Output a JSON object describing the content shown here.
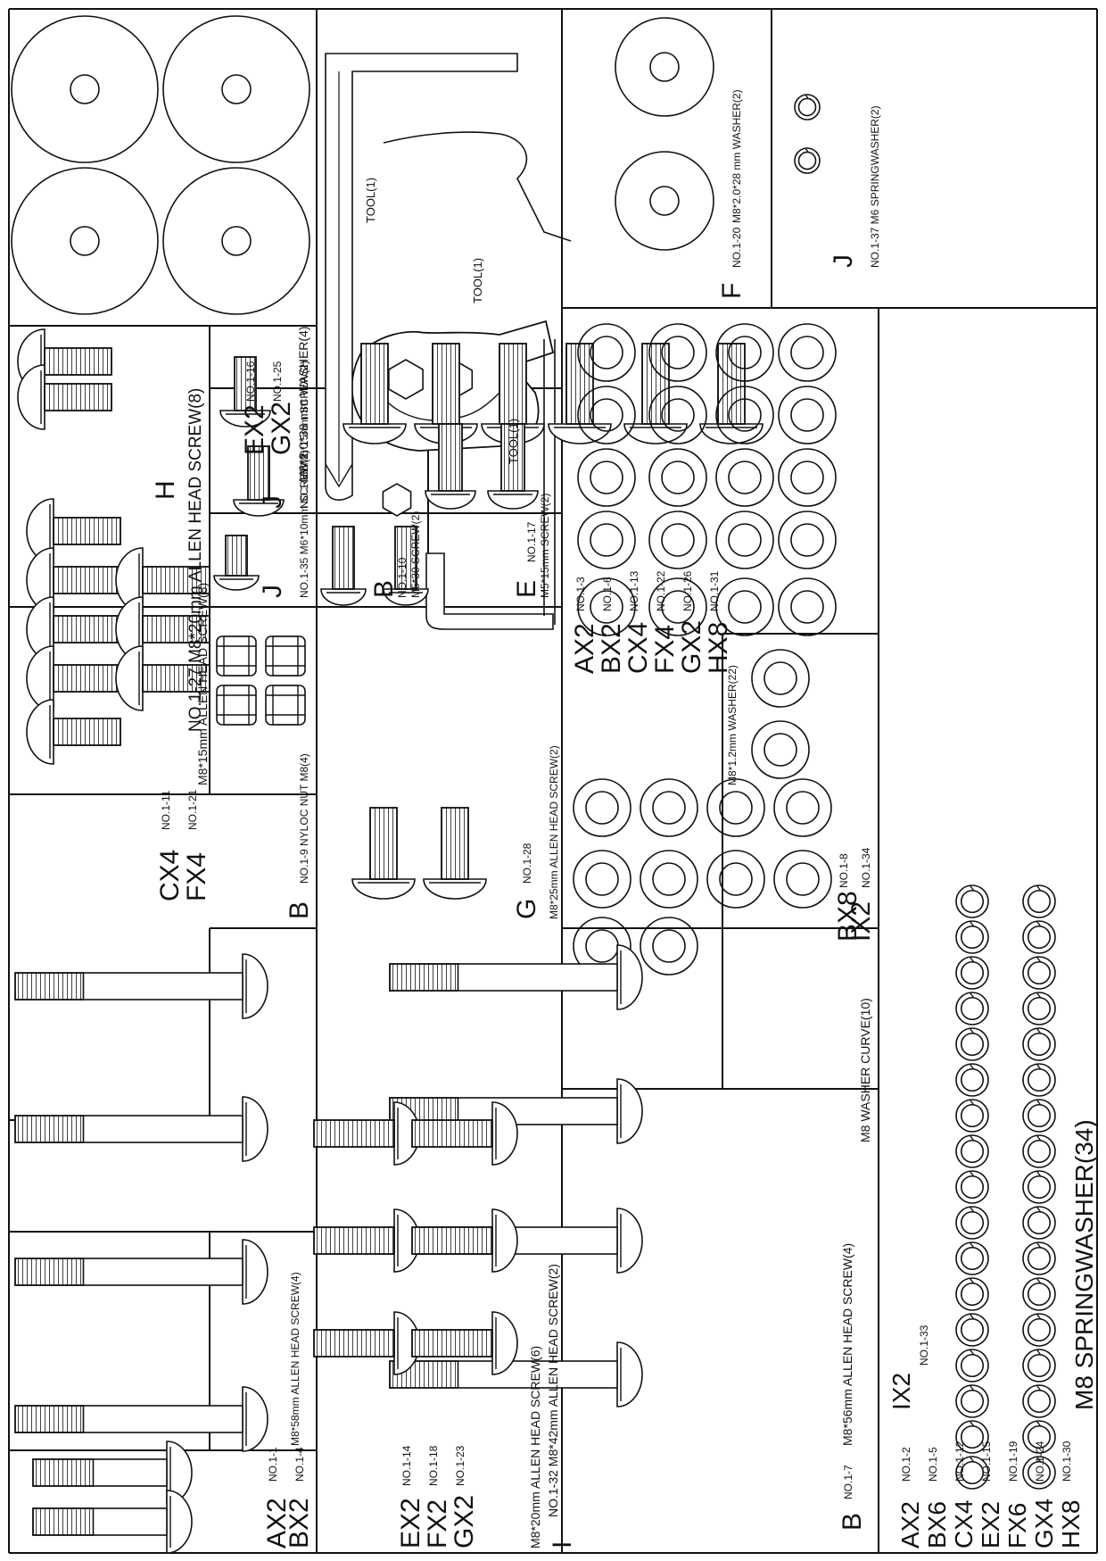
{
  "sections": {
    "big_washer": {
      "texts": [
        "EX2",
        "NO.1-16",
        "GX2",
        "NO.1-25",
        "M8*2.0*38 mm WASHER(4)"
      ]
    },
    "tools": {
      "texts": [
        "TOOL(1)",
        "TOOL(1)",
        "TOOL(1)"
      ]
    },
    "washer_28": {
      "texts": [
        "F",
        "NO.1-20",
        "M8*2.0*28 mm WASHER(2)"
      ]
    },
    "spring_m6": {
      "texts": [
        "J",
        "NO.1-37 M6 SPRINGWASHER(2)"
      ]
    },
    "screw_20": {
      "texts": [
        "H",
        "NO.1-27 M8*20mm ALLEN HEAD SCREW(8)"
      ]
    },
    "screw_m6_15": {
      "texts": [
        "J",
        "NO.1-36 M6*15mm SCREW(2)"
      ]
    },
    "screw_m6_10": {
      "texts": [
        "J",
        "NO.1-35 M6*10mm SCREW(1)"
      ]
    },
    "screw_m5_30": {
      "texts": [
        "B",
        "NO.1-10",
        "M5*30 SCREW(2)"
      ]
    },
    "screw_m5_15": {
      "texts": [
        "E",
        "NO.1-17",
        "M5*15mm SCREW(2)"
      ]
    },
    "washer_12": {
      "texts": [
        "AX2",
        "NO.1-3",
        "BX2",
        "NO.1-6",
        "CX4",
        "NO.1-13",
        "FX4",
        "NO.1-22",
        "GX2",
        "NO.1-26",
        "HX8",
        "NO.1-31",
        "M8*1.2mm WASHER(22)"
      ]
    },
    "screw_15": {
      "texts": [
        "CX4",
        "NO.1-11",
        "FX4",
        "NO.1-21",
        "M8*15mm ALLEN HEAD SCREW(8)"
      ]
    },
    "nyloc": {
      "texts": [
        "B",
        "NO.1-9 NYLOC NUT M8(4)"
      ]
    },
    "screw_25": {
      "texts": [
        "G",
        "NO.1-28",
        "M8*25mm ALLEN HEAD SCREW(2)"
      ]
    },
    "washer_curve": {
      "texts": [
        "BX8",
        "NO.1-8",
        "IX2",
        "NO.1-34",
        "M8 WASHER CURVE(10)"
      ]
    },
    "screw_56": {
      "texts": [
        "B",
        "NO.1-7",
        "M8*56mm ALLEN HEAD SCREW(4)"
      ]
    },
    "screw_58": {
      "texts": [
        "AX2",
        "NO.1-1",
        "BX2",
        "NO.1-4",
        "M8*58mm ALLEN HEAD SCREW(4)"
      ]
    },
    "screw_20b": {
      "texts": [
        "EX2",
        "NO.1-14",
        "FX2",
        "NO.1-18",
        "GX2",
        "NO.1-23",
        "M8*20mm ALLEN HEAD SCREW(6)"
      ]
    },
    "screw_42": {
      "texts": [
        "I",
        "NO.1-32 M8*42mm ALLEN HEAD SCREW(2)"
      ]
    },
    "spring_m8": {
      "texts": [
        "AX2",
        "NO.1-2",
        "BX6",
        "NO.1-5",
        "CX4",
        "NO.1-12",
        "EX2",
        "NO.1-15",
        "FX6",
        "NO.1-19",
        "GX4",
        "NO.1-24",
        "HX8",
        "NO.1-30",
        "IX2",
        "NO.1-33",
        "M8 SPRINGWASHER(34)"
      ]
    }
  }
}
